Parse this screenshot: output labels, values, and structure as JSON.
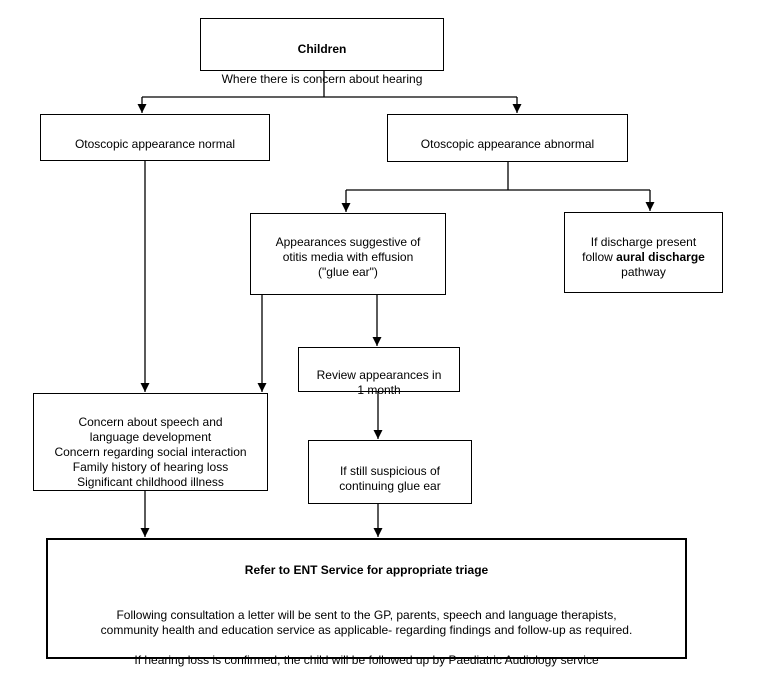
{
  "diagram": {
    "type": "flowchart",
    "colors": {
      "line": "#000000",
      "box_border": "#000000",
      "box_fill": "#ffffff",
      "text": "#000000"
    },
    "nodes": {
      "children": {
        "title": "Children",
        "text": "Where there is concern about hearing"
      },
      "normal": {
        "text": "Otoscopic appearance normal"
      },
      "abnormal": {
        "text": "Otoscopic appearance abnormal"
      },
      "glue": {
        "text": "Appearances suggestive of\notitis media with effusion\n(\"glue ear\")"
      },
      "discharge": {
        "pre": "If discharge present\nfollow ",
        "bold": "aural discharge",
        "post": "\npathway"
      },
      "review": {
        "text": "Review appearances in\n1 month"
      },
      "suspicious": {
        "text": "If still suspicious of\ncontinuing glue ear"
      },
      "concern": {
        "text": "Concern about speech and\nlanguage development\nConcern regarding social interaction\nFamily history of hearing loss\nSignificant childhood illness"
      },
      "ent": {
        "title": "Refer to ENT Service for appropriate triage",
        "body": "Following consultation a letter will be sent to the GP, parents, speech and language therapists,\ncommunity health and education service as applicable- regarding findings and follow-up as required.\n\nIf hearing loss is confirmed, the child will be followed up by Paediatric Audiology service"
      }
    }
  }
}
